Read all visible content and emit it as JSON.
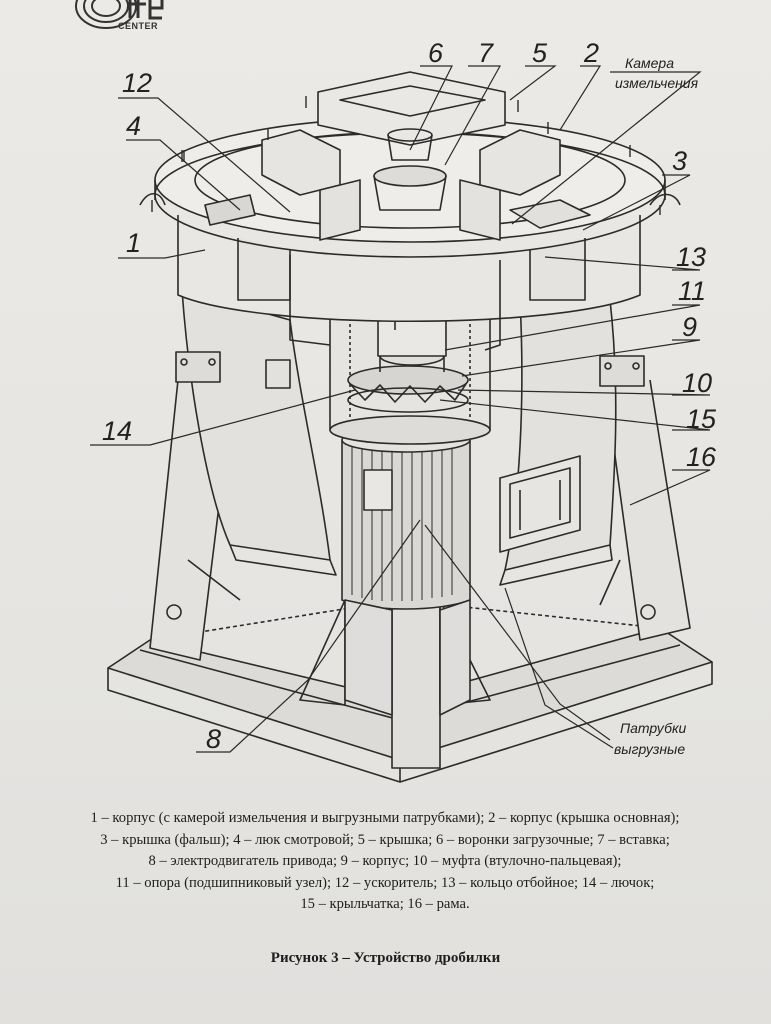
{
  "logo": {
    "wordmark": "CENTER"
  },
  "callouts": {
    "c1": "1",
    "c2": "2",
    "c3": "3",
    "c4": "4",
    "c5": "5",
    "c6": "6",
    "c7": "7",
    "c8": "8",
    "c9": "9",
    "c10": "10",
    "c11": "11",
    "c12": "12",
    "c13": "13",
    "c14": "14",
    "c15": "15",
    "c16": "16",
    "chamber_line1": "Камера",
    "chamber_line2": "измельчения",
    "outlets_line1": "Патрубки",
    "outlets_line2": "выгрузные"
  },
  "legend": [
    "1 – корпус (с камерой измельчения и выгрузными патрубками); 2 – корпус (крышка основная);",
    "3 – крышка (фальш); 4 – люк смотровой; 5 – крышка; 6 – воронки загрузочные; 7 – вставка;",
    "8 – электродвигатель привода; 9 – корпус; 10 – муфта (втулочно-пальцевая);",
    "11 – опора (подшипниковый узел); 12 – ускоритель; 13 – кольцо отбойное; 14 – лючок;",
    "15 – крыльчатка; 16 – рама."
  ],
  "caption": "Рисунок 3 – Устройство дробилки"
}
